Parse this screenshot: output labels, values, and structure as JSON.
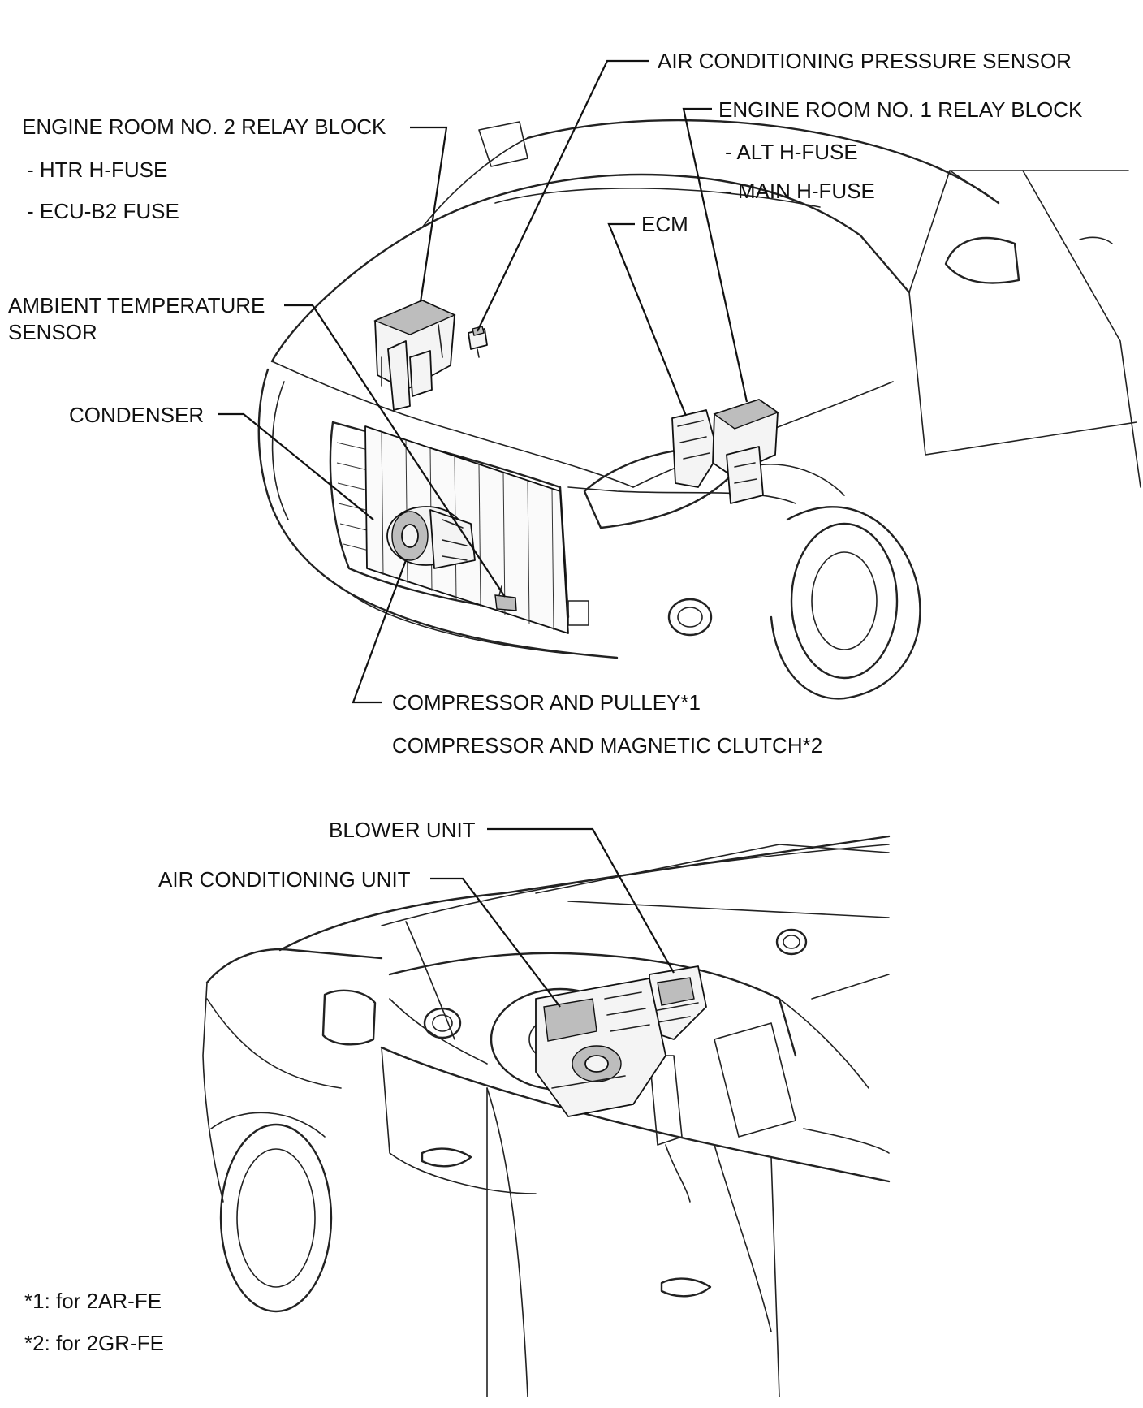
{
  "labels": {
    "ac_pressure_sensor": "AIR CONDITIONING PRESSURE SENSOR",
    "relay_block_1": "ENGINE ROOM NO. 1 RELAY BLOCK",
    "relay_block_1_fuse_a": "- ALT H-FUSE",
    "relay_block_1_fuse_b": "- MAIN H-FUSE",
    "relay_block_2": "ENGINE ROOM NO. 2 RELAY BLOCK",
    "relay_block_2_fuse_a": "- HTR H-FUSE",
    "relay_block_2_fuse_b": "- ECU-B2 FUSE",
    "ecm": "ECM",
    "ambient_sensor_line1": "AMBIENT TEMPERATURE",
    "ambient_sensor_line2": "SENSOR",
    "condenser": "CONDENSER",
    "compressor_pulley": "COMPRESSOR AND PULLEY*1",
    "compressor_clutch": "COMPRESSOR AND MAGNETIC CLUTCH*2",
    "blower_unit": "BLOWER UNIT",
    "ac_unit": "AIR CONDITIONING UNIT"
  },
  "footnotes": {
    "note_1": "*1: for 2AR-FE",
    "note_2": "*2: for 2GR-FE"
  }
}
